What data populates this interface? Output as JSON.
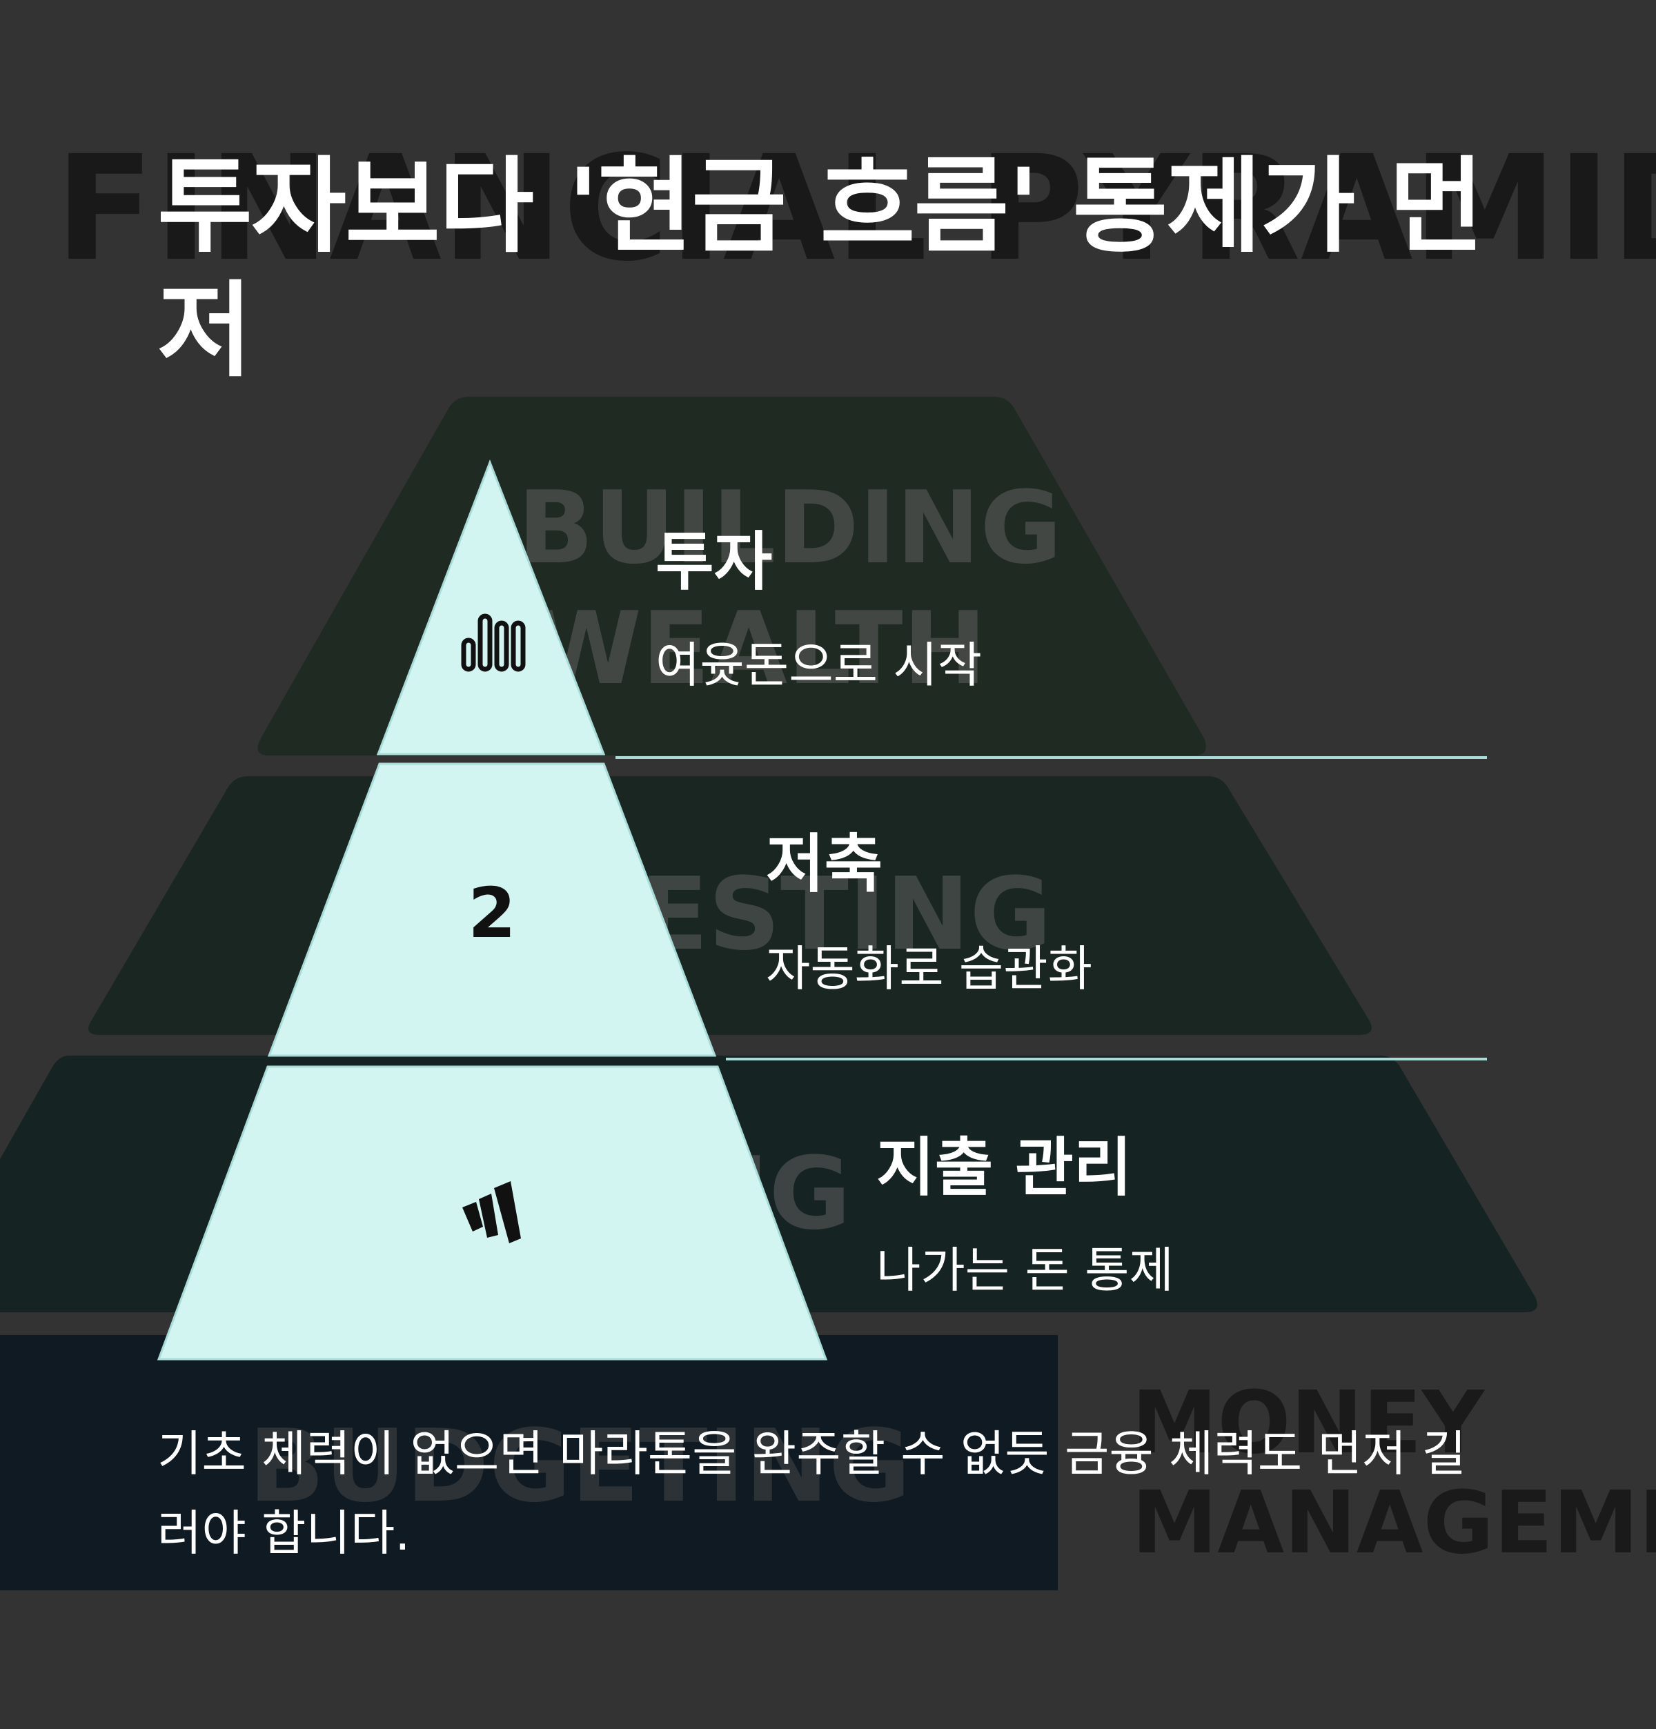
{
  "background_words": {
    "top": "FINANCIAL PYRAMID",
    "tier1": [
      "BUILDING",
      "WEALTH"
    ],
    "tier2": "INVESTING",
    "tier3": "SAVING",
    "bottom_left": "BUDGETING",
    "bottom_right": [
      "MONEY",
      "MANAGEMENT"
    ]
  },
  "title": "투자보다 '현금 흐름' 통제가 먼저",
  "tiers": [
    {
      "title": "투자",
      "subtitle": "여윳돈으로 시작",
      "icon": "bar-chart-icon"
    },
    {
      "title": "저축",
      "subtitle": "자동화로 습관화",
      "icon_text": "2"
    },
    {
      "title": "지출 관리",
      "subtitle": "나가는 돈 통제",
      "icon": "wallet-icon"
    }
  ],
  "footer": "기초 체력이 없으면 마라톤을 완주할 수 없듯 금융 체력도 먼저 길러야 합니다.",
  "colors": {
    "background": "#333333",
    "pyramid_fill": "#d2f5f2",
    "separator": "#a9dcd8",
    "band1": "#1f2a22",
    "band2": "#1a2622",
    "band3": "#152422",
    "footer_box": "#0f1a22"
  }
}
